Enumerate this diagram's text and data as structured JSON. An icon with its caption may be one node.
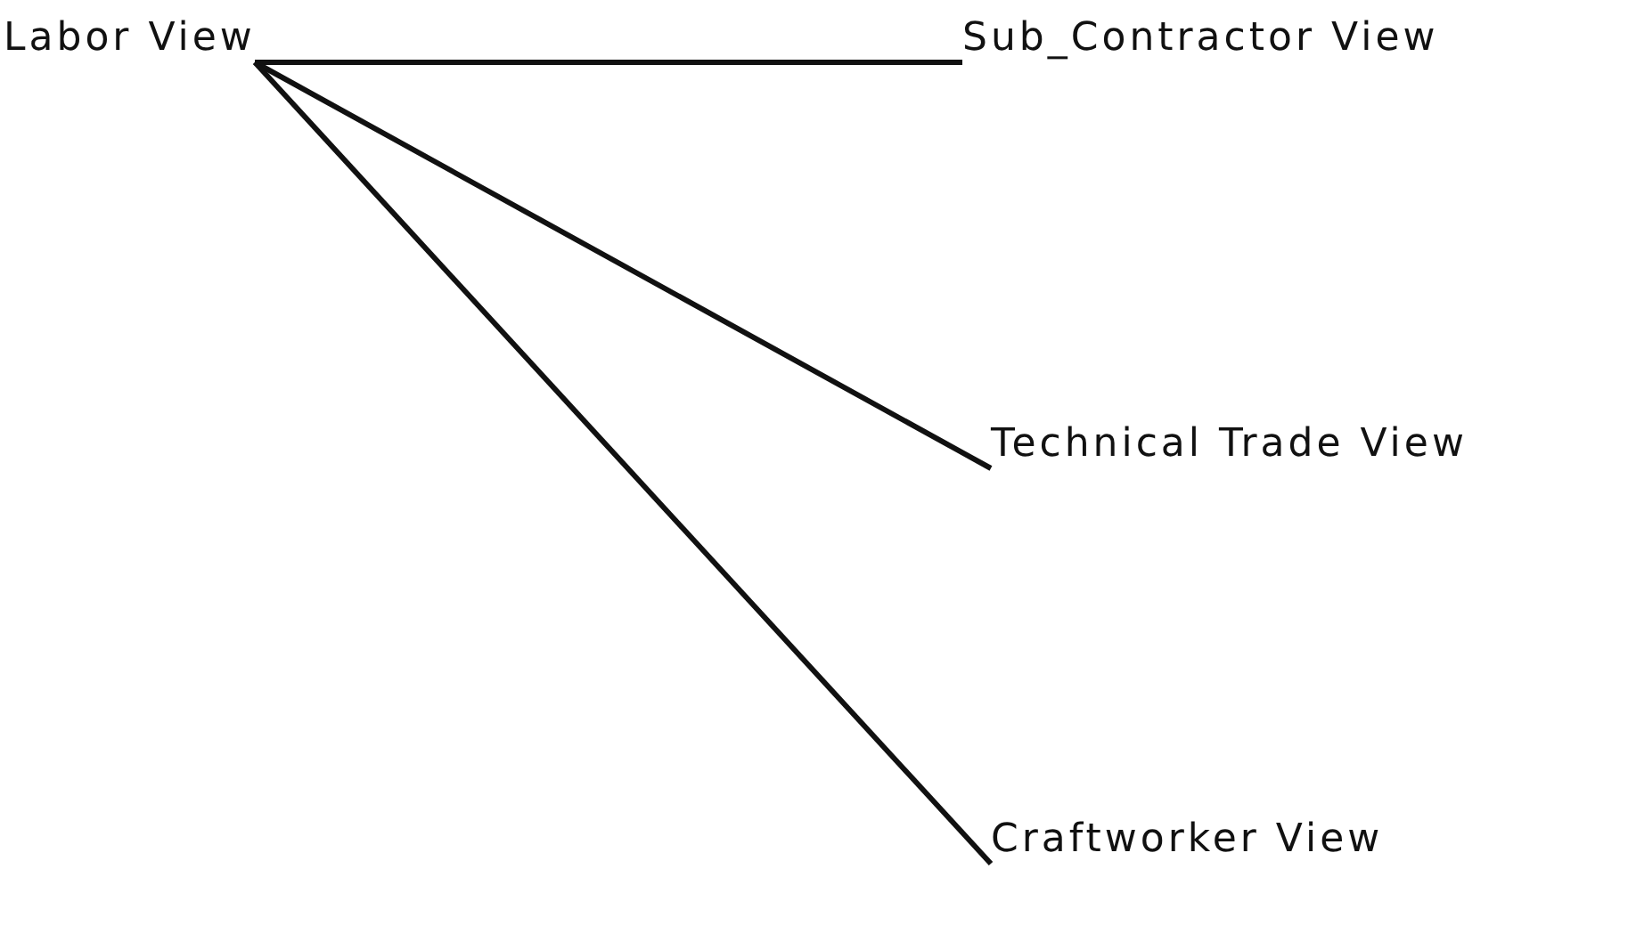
{
  "diagram": {
    "nodes": [
      {
        "text": [
          "Labor View"
        ]
      },
      {
        "text": [
          "Sub_Contractor View"
        ]
      },
      {
        "text": [
          "Technical Trade View"
        ]
      },
      {
        "text": [
          "Craftworker View"
        ]
      }
    ],
    "edges": [
      {
        "from": 0,
        "to": 1,
        "arrow": "none"
      },
      {
        "from": 0,
        "to": 2,
        "arrow": "none"
      },
      {
        "from": 0,
        "to": 3,
        "arrow": "none"
      }
    ]
  }
}
